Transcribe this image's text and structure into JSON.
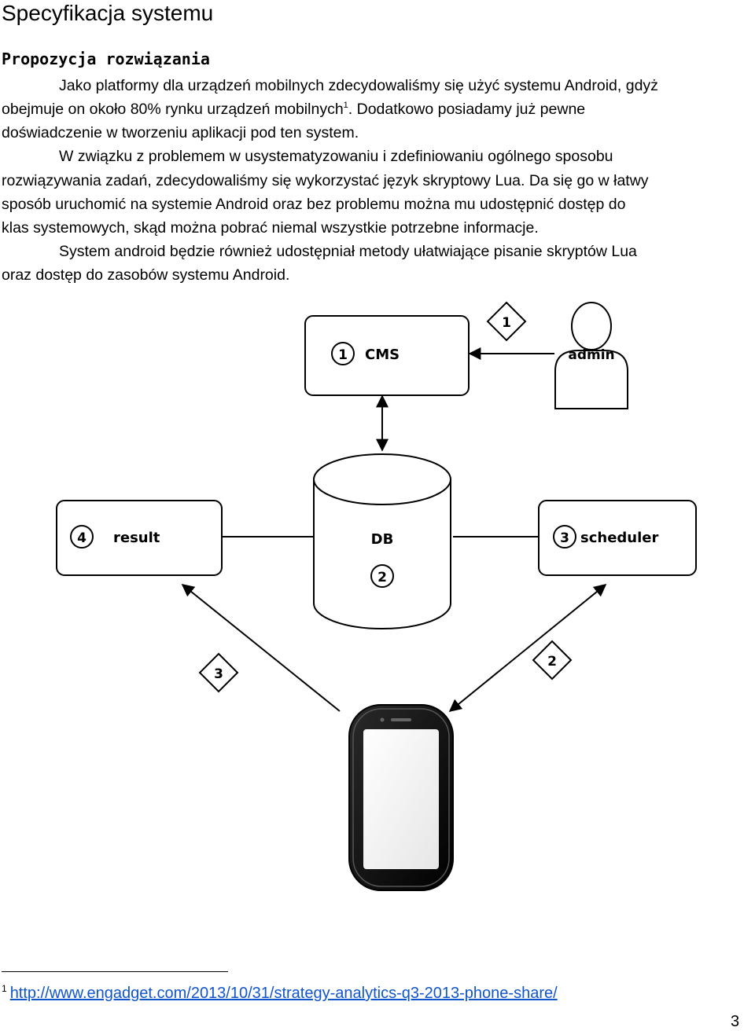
{
  "document": {
    "title": "Specyfikacja systemu",
    "section_title": "Propozycja rozwiązania",
    "paragraph_lines": [
      "Jako platformy dla urządzeń mobilnych zdecydowaliśmy się użyć systemu Android, gdyż",
      "obejmuje on około 80% rynku urządzeń mobilnych",
      ". Dodatkowo posiadamy już pewne",
      "doświadczenie w tworzeniu aplikacji pod ten system.",
      "W związku z problemem w usystematyzowaniu i zdefiniowaniu ogólnego sposobu",
      "rozwiązywania zadań, zdecydowaliśmy się wykorzystać język skryptowy Lua. Da się go w łatwy",
      "sposób uruchomić na systemie Android oraz bez problemu można mu udostępnić dostęp do",
      "klas systemowych, skąd można pobrać niemal wszystkie potrzebne informacje.",
      "System android będzie również udostępniał metody ułatwiające pisanie skryptów Lua",
      "oraz dostęp do zasobów systemu Android."
    ],
    "footnote_marker": "1",
    "footnote_url": "http://www.engadget.com/2013/10/31/strategy-analytics-q3-2013-phone-share/",
    "page_number": "3"
  },
  "diagram": {
    "cms": {
      "number": "1",
      "label": "CMS"
    },
    "admin": {
      "label": "admin"
    },
    "db": {
      "label": "DB",
      "number": "2"
    },
    "result": {
      "number": "4",
      "label": "result"
    },
    "scheduler": {
      "number": "3",
      "label": "scheduler"
    },
    "diamond_admin_cms": "1",
    "diamond_phone_result": "3",
    "diamond_phone_scheduler": "2"
  }
}
